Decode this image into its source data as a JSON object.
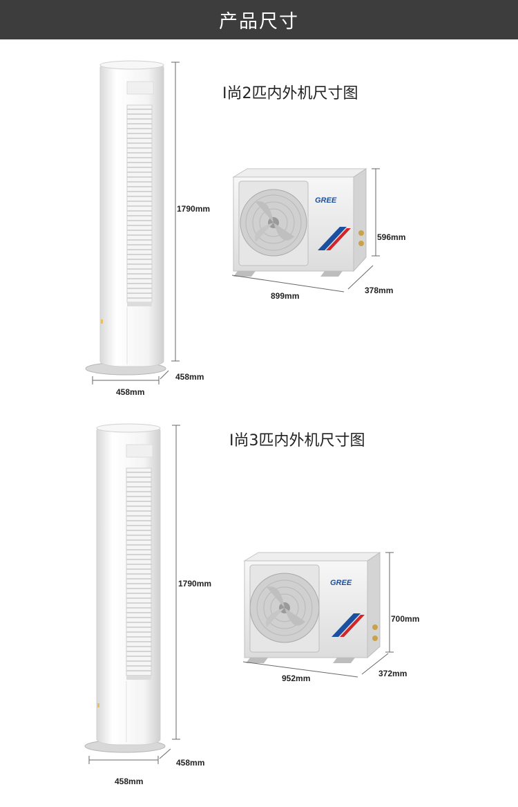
{
  "header": {
    "title": "产品尺寸"
  },
  "sections": [
    {
      "title": "I尚2匹内外机尺寸图",
      "indoor": {
        "height": "1790mm",
        "depth": "458mm",
        "width": "458mm"
      },
      "outdoor": {
        "brand": "GREE",
        "height": "596mm",
        "width": "899mm",
        "depth": "378mm"
      }
    },
    {
      "title": "I尚3匹内外机尺寸图",
      "indoor": {
        "height": "1790mm",
        "depth": "458mm",
        "width": "458mm"
      },
      "outdoor": {
        "brand": "GREE",
        "height": "700mm",
        "width": "952mm",
        "depth": "372mm"
      }
    }
  ],
  "colors": {
    "header_bg": "#3d3d3d",
    "brand_blue": "#1b4fa0",
    "brand_red": "#d0262a"
  }
}
